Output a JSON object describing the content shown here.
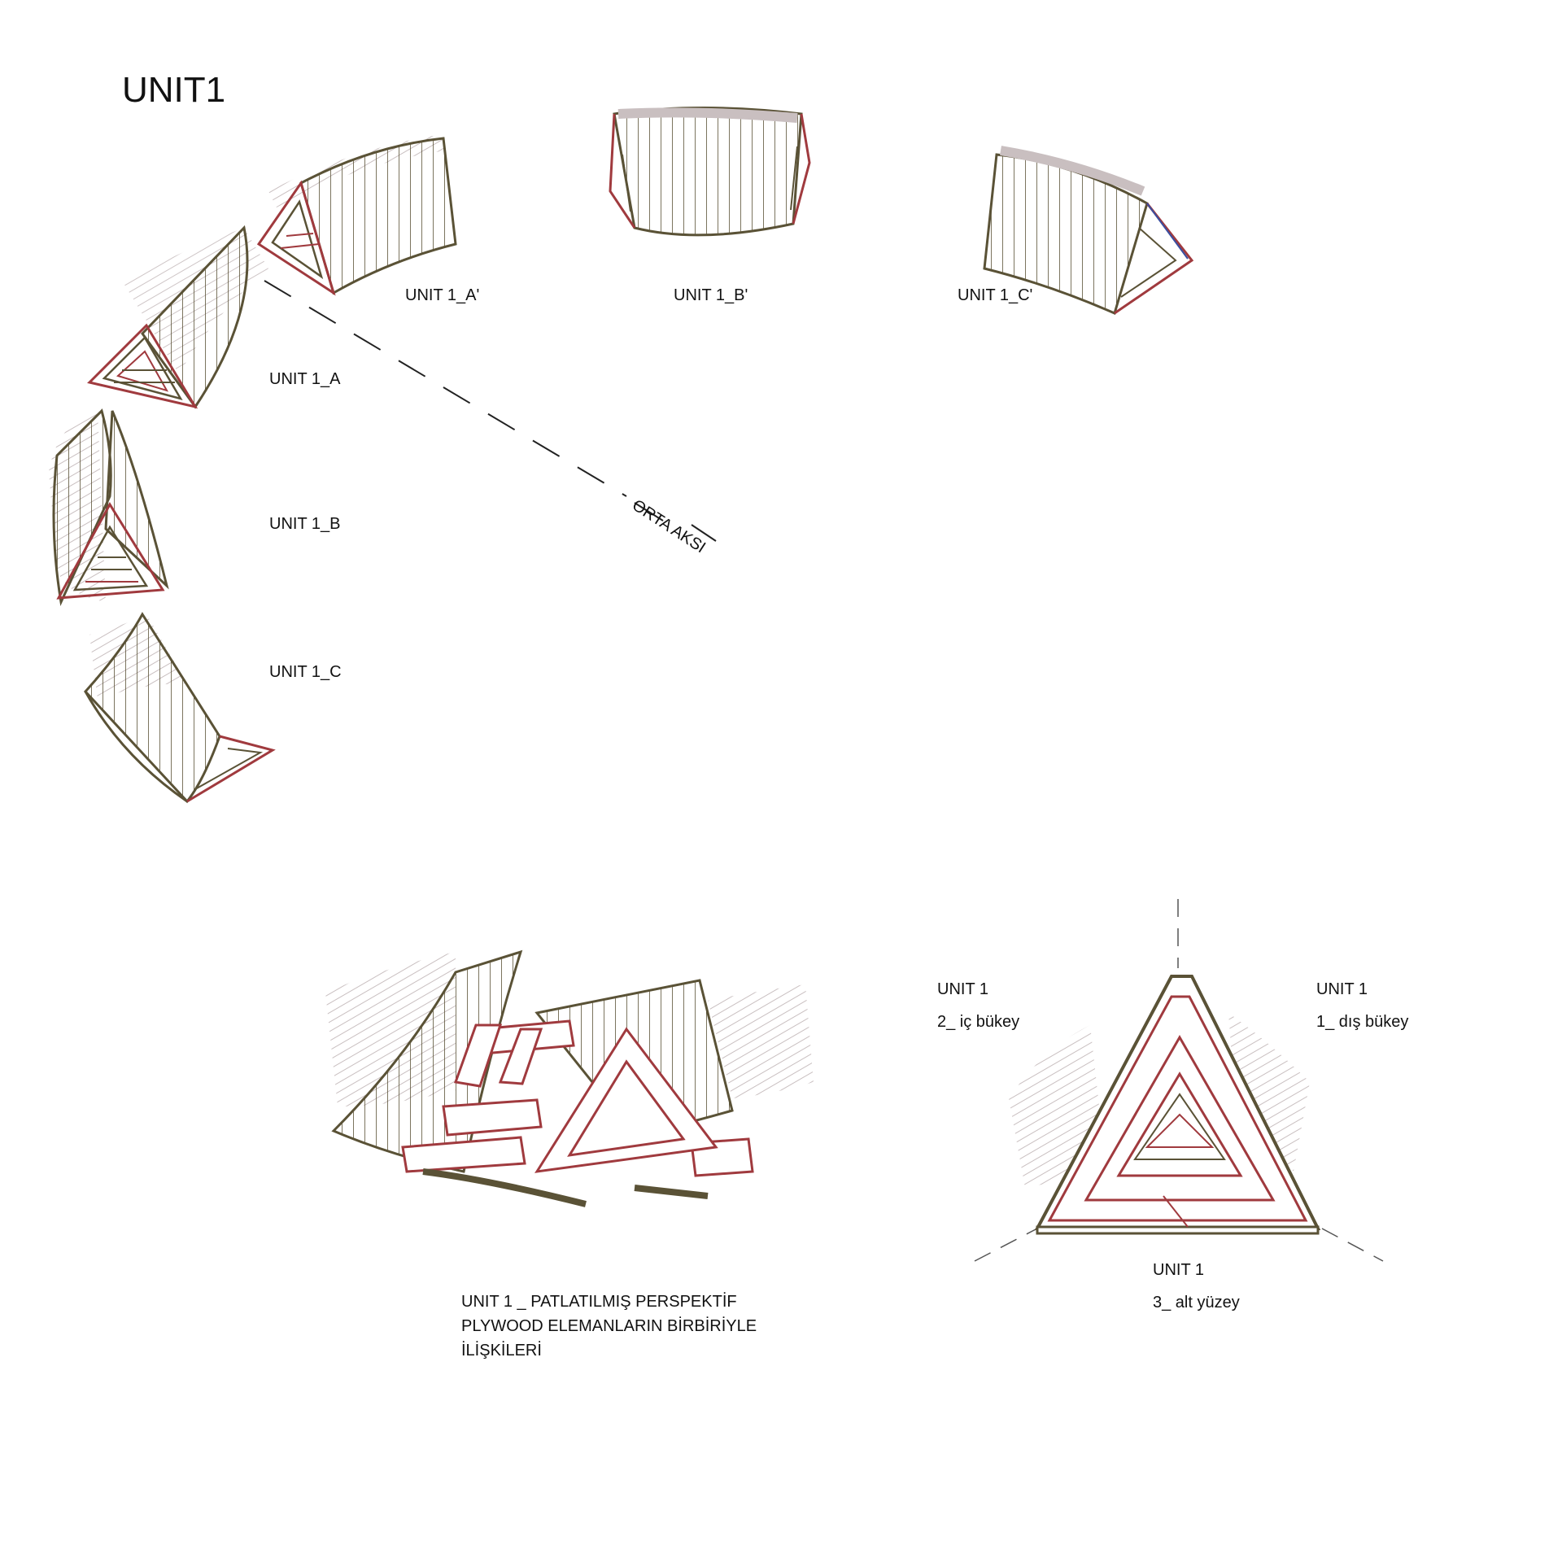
{
  "title": "UNIT1",
  "labels": {
    "unit_1a": "UNIT 1_A",
    "unit_1b": "UNIT 1_B",
    "unit_1c": "UNIT 1_C",
    "unit_1a_prime": "UNIT 1_A'",
    "unit_1b_prime": "UNIT 1_B'",
    "unit_1c_prime": "UNIT 1_C'",
    "center_axis": "ORTA AKSI"
  },
  "exploded": {
    "caption_line1": "UNIT 1 _ PATLATILMIŞ PERSPEKTİF",
    "caption_line2": "PLYWOOD ELEMANLARIN BİRBİRİYLE",
    "caption_line3": "İLİŞKİLERİ"
  },
  "section": {
    "left_title": "UNIT 1",
    "left_sub": "2_ iç bükey",
    "right_title": "UNIT 1",
    "right_sub": "1_ dış bükey",
    "bottom_title": "UNIT 1",
    "bottom_sub": "3_ alt yüzey"
  },
  "colors": {
    "frame": "#5a5236",
    "plywood": "#a03a3e",
    "shadow": "#c9bfc0",
    "dash": "#222222"
  }
}
